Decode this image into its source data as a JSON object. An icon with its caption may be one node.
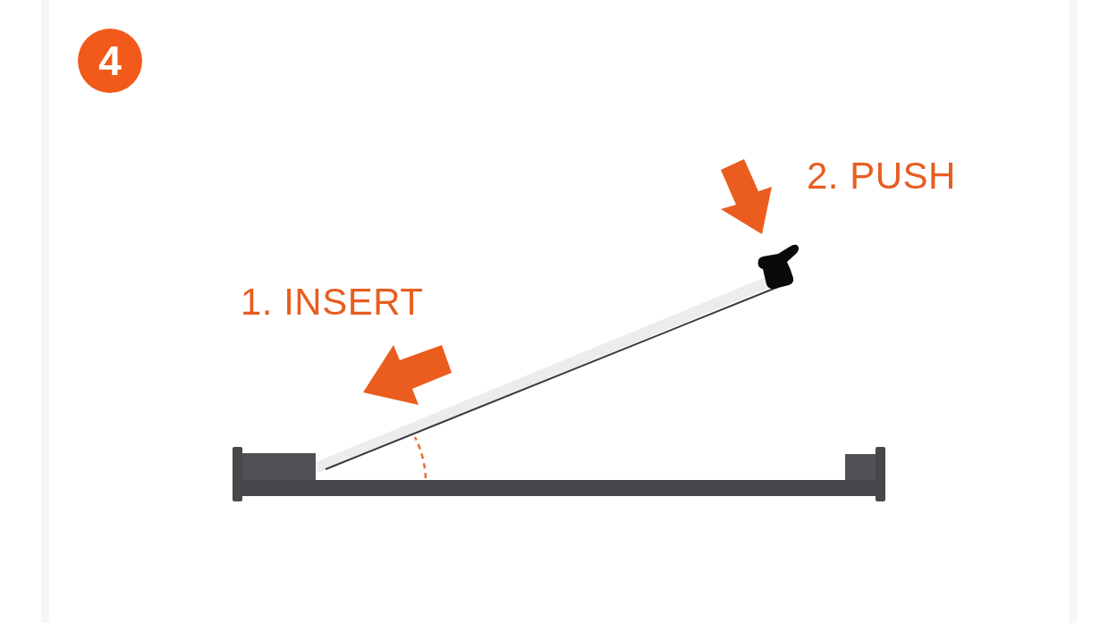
{
  "diagram": {
    "nodes": [
      {
        "text": [
          "4"
        ]
      }
    ],
    "labels": [
      "2. PUSH",
      "1. INSERT"
    ]
  }
}
